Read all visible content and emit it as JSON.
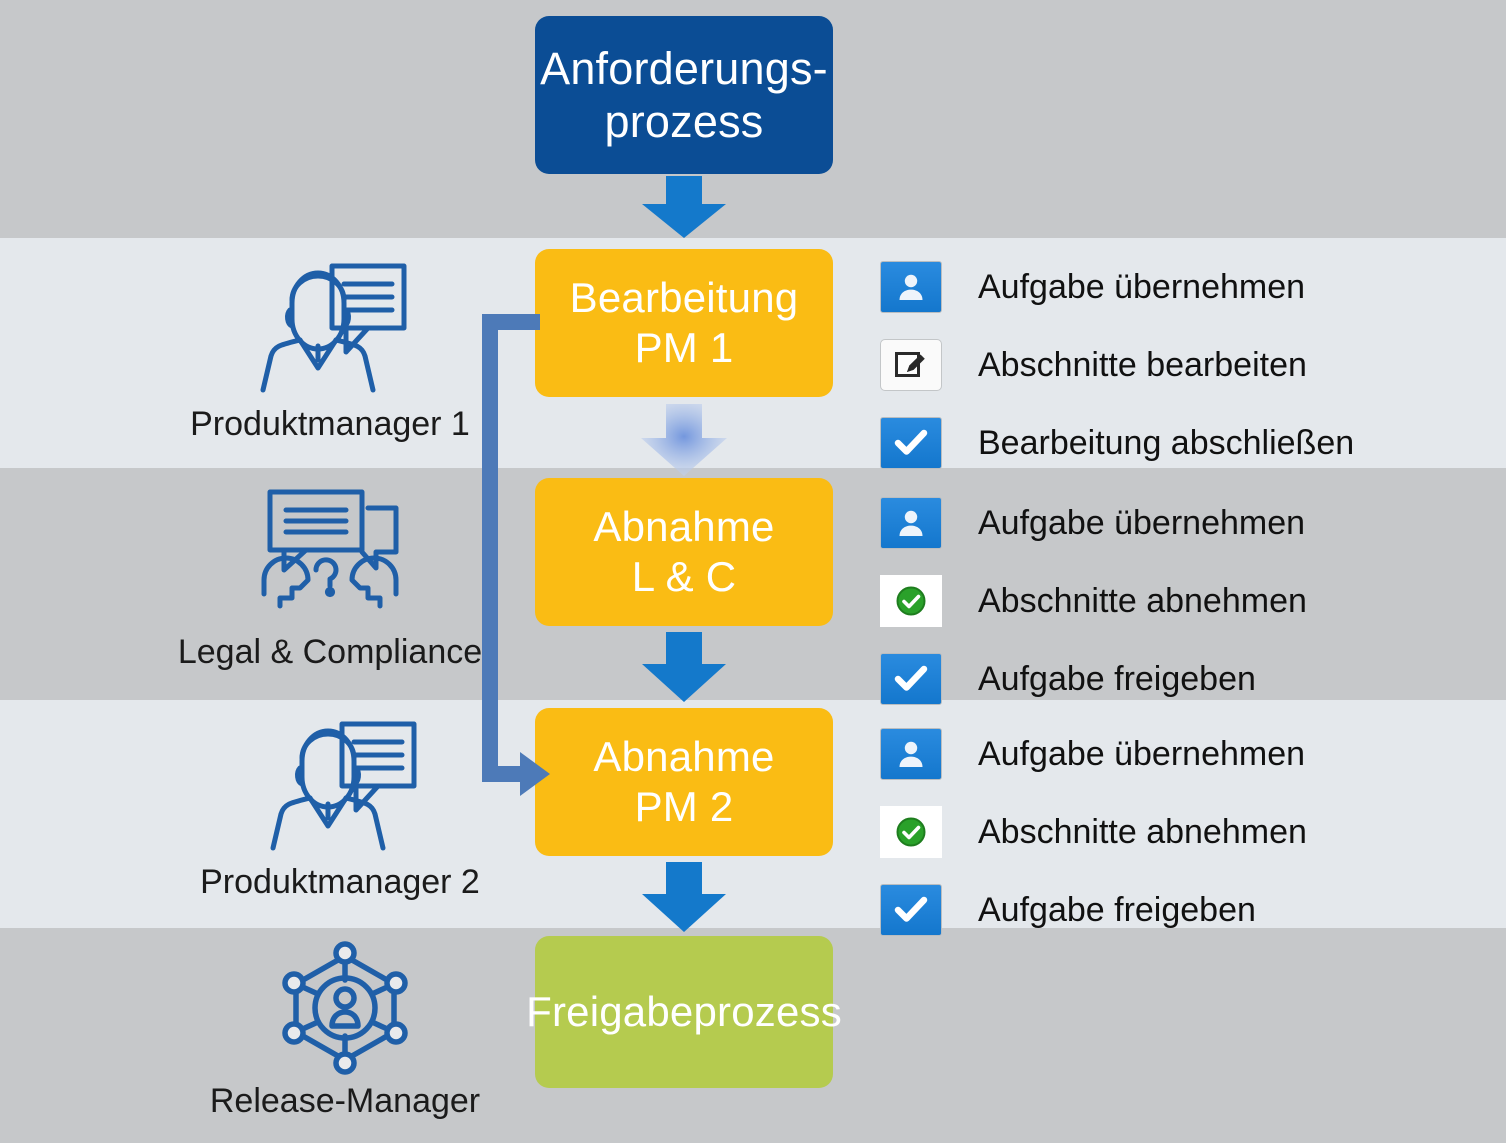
{
  "diagram": {
    "title": "Anforderungsprozess Workflow",
    "colors": {
      "start_box": "#0b4d95",
      "task_box": "#fabc14",
      "end_box": "#b5cb4f",
      "arrow_blue": "#1479cb",
      "arrow_faded": "#a9bfe8",
      "loop_arrow": "#4d7ab8",
      "icon_blue": "#1f5fa8",
      "band_dark": "#c6c8ca",
      "band_light": "#e4e8ec",
      "green_check": "#2aa12a"
    },
    "start": {
      "line1": "Anforderungs-",
      "line2": "prozess"
    },
    "end": {
      "label": "Freigabeprozess"
    },
    "lanes": [
      {
        "role_label": "Produktmanager 1",
        "role_icon": "person-speech-bubble-icon",
        "box": {
          "line1": "Bearbeitung",
          "line2": "PM 1"
        },
        "actions": [
          {
            "icon": "person-icon",
            "icon_style": "blue",
            "label": "Aufgabe übernehmen"
          },
          {
            "icon": "edit-pencil-icon",
            "icon_style": "white",
            "label": "Abschnitte bearbeiten"
          },
          {
            "icon": "check-icon",
            "icon_style": "blue",
            "label": "Bearbeitung abschließen"
          }
        ]
      },
      {
        "role_label": "Legal & Compliance",
        "role_icon": "two-heads-speech-question-icon",
        "box": {
          "line1": "Abnahme",
          "line2": "L & C"
        },
        "actions": [
          {
            "icon": "person-icon",
            "icon_style": "blue",
            "label": "Aufgabe übernehmen"
          },
          {
            "icon": "green-check-circle-icon",
            "icon_style": "plain",
            "label": "Abschnitte abnehmen"
          },
          {
            "icon": "check-icon",
            "icon_style": "blue",
            "label": "Aufgabe freigeben"
          }
        ]
      },
      {
        "role_label": "Produktmanager 2",
        "role_icon": "person-speech-bubble-icon",
        "box": {
          "line1": "Abnahme",
          "line2": "PM 2"
        },
        "actions": [
          {
            "icon": "person-icon",
            "icon_style": "blue",
            "label": "Aufgabe übernehmen"
          },
          {
            "icon": "green-check-circle-icon",
            "icon_style": "plain",
            "label": "Abschnitte abnehmen"
          },
          {
            "icon": "check-icon",
            "icon_style": "blue",
            "label": "Aufgabe freigeben"
          }
        ]
      },
      {
        "role_label": "Release-Manager",
        "role_icon": "network-hexagon-person-icon",
        "box": null,
        "actions": []
      }
    ]
  }
}
